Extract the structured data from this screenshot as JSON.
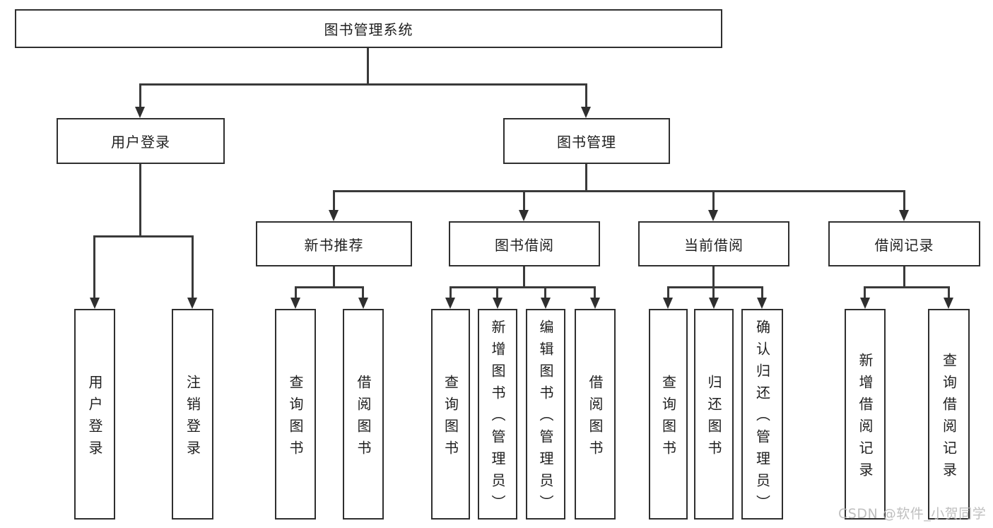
{
  "diagram_type": "hierarchy-tree",
  "tree": {
    "root": "图书管理系统",
    "children": [
      {
        "label": "用户登录",
        "children": [
          "用户登录",
          "注销登录"
        ]
      },
      {
        "label": "图书管理",
        "children": [
          {
            "label": "新书推荐",
            "children": [
              "查询图书",
              "借阅图书"
            ]
          },
          {
            "label": "图书借阅",
            "children": [
              "查询图书",
              "新增图书（管理员）",
              "编辑图书（管理员）",
              "借阅图书"
            ]
          },
          {
            "label": "当前借阅",
            "children": [
              "查询图书",
              "归还图书",
              "确认归还（管理员）"
            ]
          },
          {
            "label": "借阅记录",
            "children": [
              "新增借阅记录",
              "查询借阅记录"
            ]
          }
        ]
      }
    ]
  },
  "colors": {
    "line": "#3a3a3a",
    "border": "#2f2f2f",
    "text": "#1f1f1f",
    "watermark": "#b9b9b9",
    "background": "#ffffff"
  },
  "watermark": {
    "text": "CSDN @软件_小贺同学"
  }
}
